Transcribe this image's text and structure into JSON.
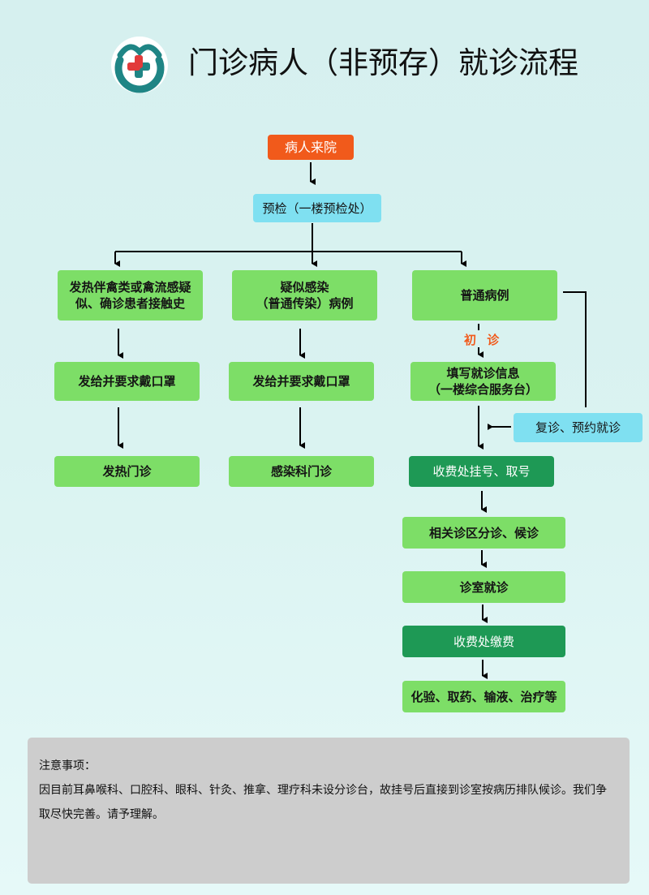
{
  "header": {
    "title": "门诊病人（非预存）就诊流程",
    "logo": "hospital-cross-logo-icon"
  },
  "colors": {
    "start": "#f15a1b",
    "step": "#7dde67",
    "payment": "#1e9955",
    "info": "#7fe0f1",
    "notice_bg": "#cdcdcd"
  },
  "flow": {
    "start": "病人来院",
    "precheck": "预检（一楼预检处）",
    "branch_fever": {
      "condition": "发热伴禽类或禽流感疑\n似、确诊患者接触史",
      "mask": "发给并要求戴口罩",
      "clinic": "发热门诊"
    },
    "branch_infection": {
      "condition": "疑似感染\n（普通传染）病例",
      "mask": "发给并要求戴口罩",
      "clinic": "感染科门诊"
    },
    "branch_general": {
      "condition": "普通病例",
      "first_visit_label": "初 诊",
      "fill_info": "填写就诊信息\n（一楼综合服务台）",
      "revisit": "复诊、预约就诊",
      "register": "收费处挂号、取号",
      "triage": "相关诊区分诊、候诊",
      "consult": "诊室就诊",
      "pay": "收费处缴费",
      "services": "化验、取药、输液、治疗等"
    }
  },
  "notice": {
    "heading": "注意事项：",
    "body": "因目前耳鼻喉科、口腔科、眼科、针灸、推拿、理疗科未设分诊台，故挂号后直接到诊室按病历排队候诊。我们争取尽快完善。请予理解。"
  }
}
